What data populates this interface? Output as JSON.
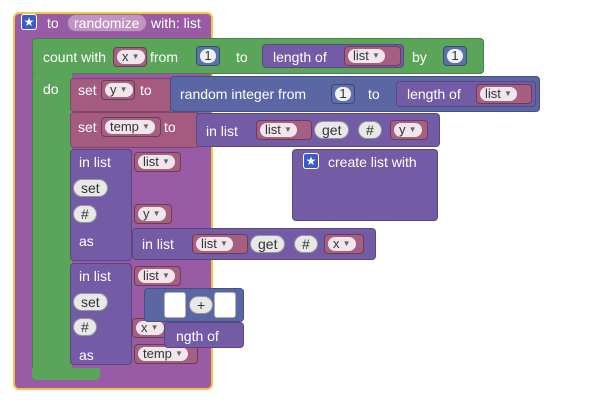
{
  "procedure": {
    "to_label": "to",
    "name": "randomize",
    "with_label": "with: list"
  },
  "count_block": {
    "label": "count with",
    "var": "x",
    "from_label": "from",
    "from_value": "1",
    "to_label": "to",
    "length_label": "length of",
    "length_var": "list",
    "by_label": "by",
    "by_value": "1",
    "do_label": "do"
  },
  "set_y": {
    "set_label": "set",
    "var": "y",
    "to_label": "to",
    "random_label": "random integer from",
    "from_value": "1",
    "to2_label": "to",
    "length_label": "length of",
    "length_var": "list"
  },
  "set_temp": {
    "set_label": "set",
    "var": "temp",
    "to_label": "to",
    "in_list_label": "in list",
    "list_var": "list",
    "get_label": "get",
    "hash_label": "#",
    "index_var": "y"
  },
  "replace1": {
    "in_list_label": "in list",
    "list_var": "list",
    "set_label": "set",
    "hash_label": "#",
    "index_var": "y",
    "as_label": "as",
    "in_list2_label": "in list",
    "list2_var": "list",
    "get_label": "get",
    "hash2_label": "#",
    "index2_var": "x"
  },
  "create_list": {
    "label": "create list with"
  },
  "replace2": {
    "in_list_label": "in list",
    "list_var": "list",
    "set_label": "set",
    "hash_label": "#",
    "index_var": "x",
    "as_label": "as",
    "as_var": "temp",
    "plus_label": "+",
    "length_fragment": "ngth of"
  },
  "colors": {
    "procedure": "#995ba5",
    "loop": "#5ba55b",
    "variable": "#a55b80",
    "math": "#5b67a5",
    "list": "#745ba5",
    "selection": "#f5c542"
  },
  "icons": [
    "star-icon",
    "dropdown-arrow-icon"
  ]
}
